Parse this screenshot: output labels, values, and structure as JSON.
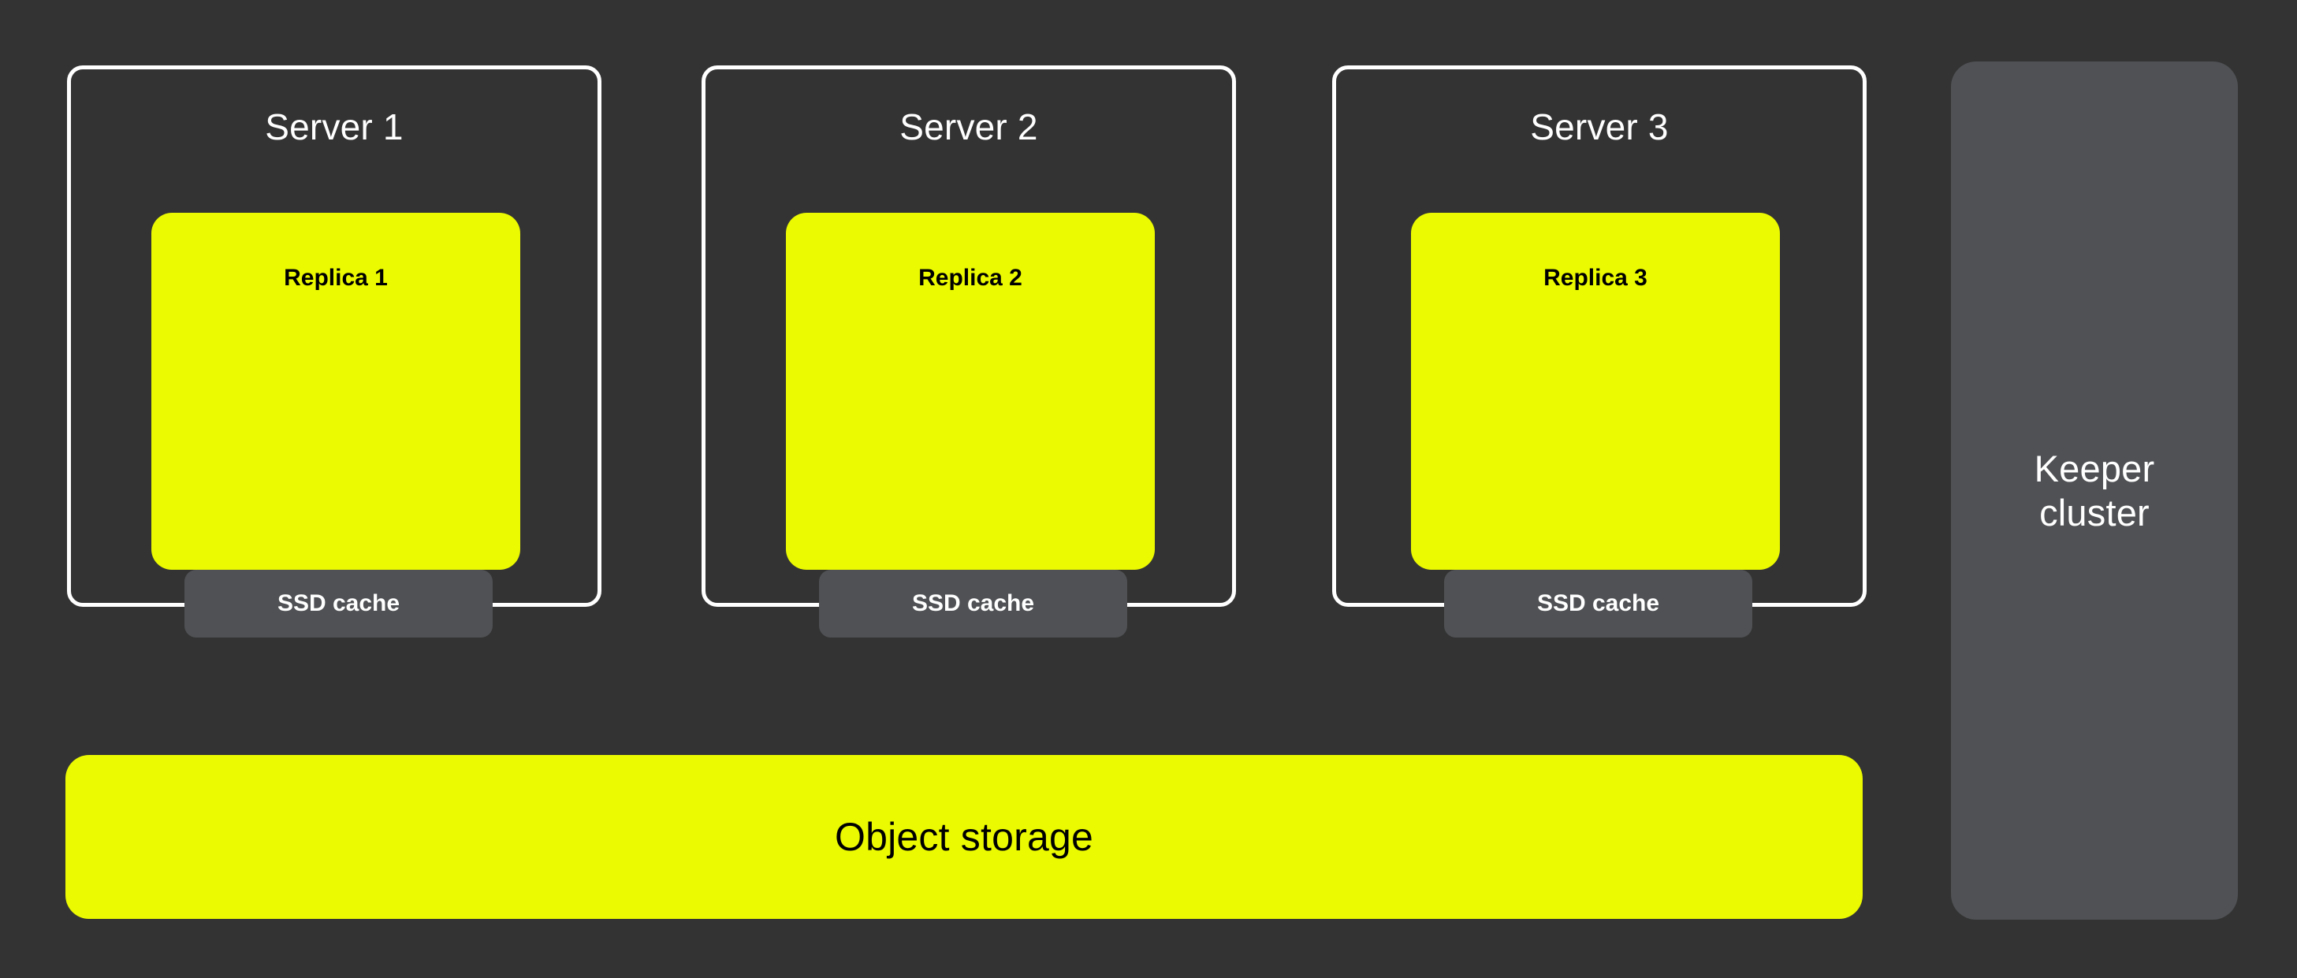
{
  "colors": {
    "background": "#333333",
    "accent_yellow": "#EBFA00",
    "panel_gray": "#4F5154",
    "outline_white": "#FFFFFF",
    "text_light": "#FFFFFF",
    "text_dark": "#000000"
  },
  "diagram": {
    "servers": [
      {
        "title": "Server 1",
        "replica_label": "Replica 1",
        "cache_label": "SSD cache"
      },
      {
        "title": "Server 2",
        "replica_label": "Replica 2",
        "cache_label": "SSD cache"
      },
      {
        "title": "Server 3",
        "replica_label": "Replica 3",
        "cache_label": "SSD cache"
      }
    ],
    "object_storage": {
      "label": "Object storage"
    },
    "keeper_cluster": {
      "label": "Keeper\ncluster"
    }
  }
}
